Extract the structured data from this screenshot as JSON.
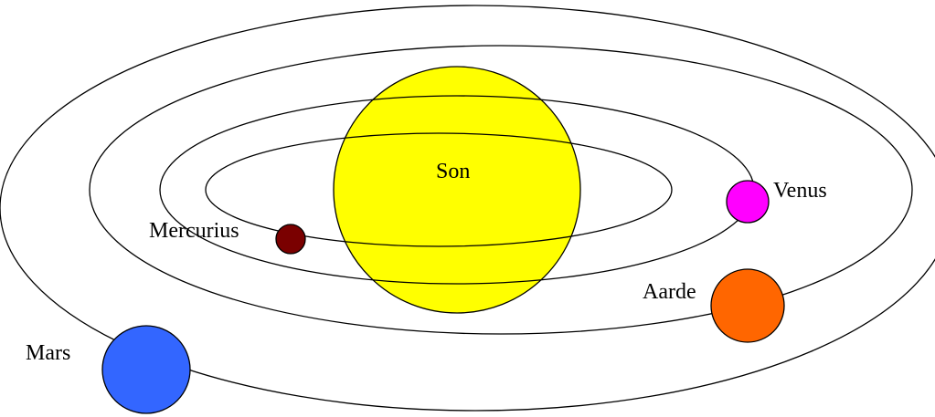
{
  "bodies": {
    "sun": {
      "label": "Son",
      "color": "#ffff00"
    },
    "mercury": {
      "label": "Mercurius",
      "color": "#7a0000"
    },
    "venus": {
      "label": "Venus",
      "color": "#ff00ff"
    },
    "earth": {
      "label": "Aarde",
      "color": "#ff6600"
    },
    "mars": {
      "label": "Mars",
      "color": "#3366ff"
    }
  }
}
